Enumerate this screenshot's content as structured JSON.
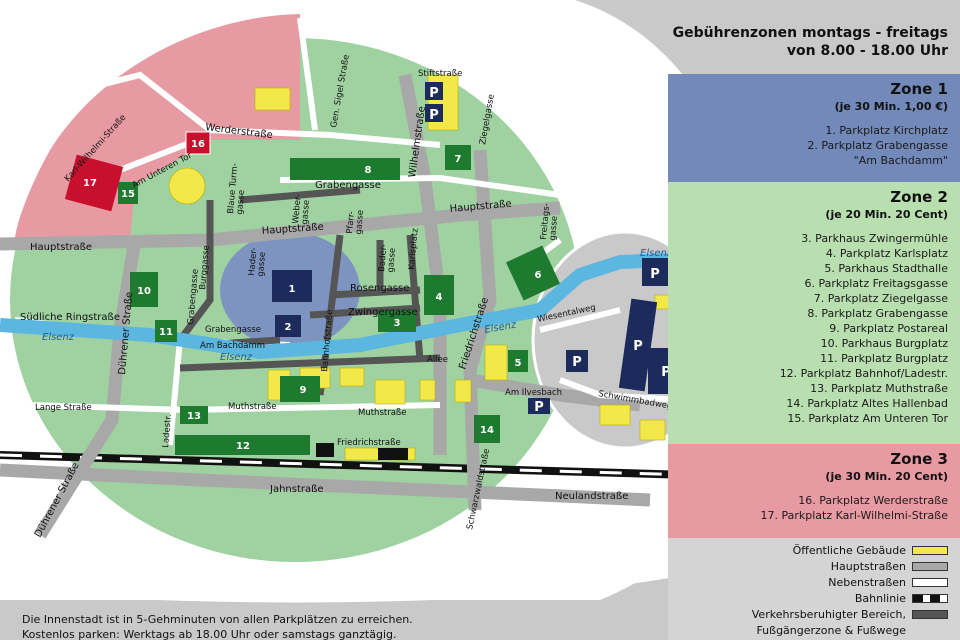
{
  "panel": {
    "title_line1": "Gebührenzonen montags - freitags",
    "title_line2": "von 8.00 - 18.00 Uhr",
    "zones": [
      {
        "name": "Zone 1",
        "rate": "(je 30 Min. 1,00 €)",
        "color": "#7289b9",
        "items": [
          "1. Parkplatz Kirchplatz",
          "2. Parkplatz Grabengasse",
          "\"Am Bachdamm\""
        ]
      },
      {
        "name": "Zone 2",
        "rate": "(je 20 Min. 20 Cent)",
        "color": "#b9dfb0",
        "items": [
          "3. Parkhaus Zwingermühle",
          "4. Parkplatz Karlsplatz",
          "5. Parkhaus Stadthalle",
          "6. Parkplatz Freitagsgasse",
          "7. Parkplatz Ziegelgasse",
          "8. Parkplatz Grabengasse",
          "9. Parkplatz Postareal",
          "10. Parkhaus Burgplatz",
          "11. Parkplatz Burgplatz",
          "12. Parkplatz Bahnhof/Ladestr.",
          "13. Parkplatz Muthstraße",
          "14. Parkplatz Altes Hallenbad",
          "15. Parkplatz Am Unteren Tor"
        ]
      },
      {
        "name": "Zone 3",
        "rate": "(je 30 Min. 20 Cent)",
        "color": "#e89aa3",
        "items": [
          "16. Parkplatz Werderstraße",
          "17. Parkplatz Karl-Wilhelmi-Straße"
        ]
      }
    ],
    "legend": [
      {
        "label": "Öffentliche Gebäude",
        "swatch": "#f2e84a"
      },
      {
        "label": "Hauptstraßen",
        "swatch": "#a8a8a8"
      },
      {
        "label": "Nebenstraßen",
        "swatch": "#ffffff"
      },
      {
        "label": "Bahnlinie",
        "swatch": "rail"
      },
      {
        "label": "Verkehrsberuhigter Bereich,",
        "swatch": "#555555"
      },
      {
        "label": "Fußgängerzone & Fußwege",
        "swatch": ""
      }
    ]
  },
  "footer": {
    "line1": "Die Innenstadt ist in 5-Gehminuten von allen Parkplätzen zu erreichen.",
    "line2": "Kostenlos parken: Werktags ab 18.00 Uhr oder samstags ganztägig."
  },
  "map": {
    "streets": {
      "werderstrasse": "Werderstraße",
      "karl_wilhelmi": "Karl-Wilhelmi-Straße",
      "am_unteren_tor": "Am Unteren Tor",
      "gen_sigel": "Gen. Sigel Straße",
      "stiftstrasse": "Stiftstraße",
      "wilhelmstrasse": "Wilhelmstraße",
      "ziegelgasse": "Ziegelgasse",
      "grabengasse_top": "Grabengasse",
      "hauptstrasse_e": "Hauptstraße",
      "hauptstrasse_c": "Hauptstraße",
      "hauptstrasse_w": "Hauptstraße",
      "blaue_turm": "Blaue Turm-\ngasse",
      "weber": "Weber-\ngasse",
      "pfarr": "Pfarr-\ngasse",
      "bader": "Bader-\ngasse",
      "karlsplatz": "Karlsplatz",
      "freitagsgasse": "Freitags-\ngasse",
      "hader": "Hader-\ngasse",
      "burggasse": "Burggasse",
      "rosengasse": "Rosengasse",
      "zwingergasse": "Zwingergasse",
      "grabengasse_w": "Grabengasse",
      "grabengasse_s": "Grabengasse",
      "am_bachdamm": "Am Bachdamm",
      "bahnhofstrasse": "Bahnhofstraße",
      "allee": "Allee",
      "friedrichstrasse_v": "Friedrichstraße",
      "suedliche_ring": "Südliche Ringstraße",
      "duehrener_n": "Dührener Straße",
      "duehrener_s": "Dührener Straße",
      "lange_strasse": "Lange Straße",
      "muthstrasse_w": "Muthstraße",
      "muthstrasse_e": "Muthstraße",
      "ladestr": "Ladestr.",
      "friedrichstrasse_h": "Friedrichstraße",
      "jahnstrasse": "Jahnstraße",
      "neulandstrasse": "Neulandstraße",
      "schwarzwald": "Schwarzwaldstraße",
      "am_ilvesbach": "Am Ilvesbach",
      "wiesentalweg": "Wiesentalweg",
      "schwimmbadweg": "Schwimmbadweg"
    },
    "rivers": {
      "elsenz_w": "Elsenz",
      "elsenz_c": "Elsenz",
      "elsenz_m": "Elsenz",
      "elsenz_e": "Elsenz"
    },
    "lots": [
      "1",
      "2",
      "3",
      "4",
      "5",
      "6",
      "7",
      "8",
      "9",
      "10",
      "11",
      "12",
      "13",
      "14",
      "15",
      "16",
      "17"
    ],
    "p_symbol": "P",
    "colors": {
      "zone1": "#7289b9",
      "zone2": "#b9dfb0",
      "zone3": "#e89aa3",
      "lot_green": "#1e7a2e",
      "lot_navy": "#1d2b5c",
      "lot_red": "#c8102e",
      "river": "#5bb6e0",
      "road_main": "#a8a8a8",
      "road_dark": "#555555",
      "building": "#f2e84a",
      "outer_grey": "#c9c9c9"
    }
  }
}
